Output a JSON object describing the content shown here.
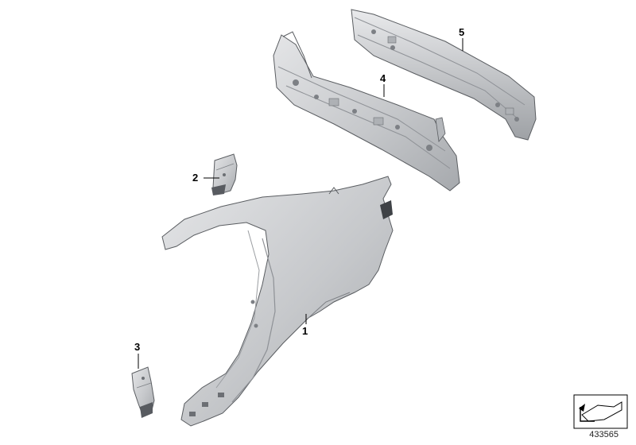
{
  "diagram": {
    "callouts": [
      "1",
      "2",
      "3",
      "4",
      "5"
    ],
    "catalog_number": "433565",
    "colors": {
      "panel_fill": "#c9cbce",
      "panel_light": "#e3e4e6",
      "panel_dark": "#9a9da1",
      "outline": "#5a5d61",
      "leader": "#000000"
    },
    "icons": {
      "view_direction": "arrow-view-icon"
    }
  }
}
